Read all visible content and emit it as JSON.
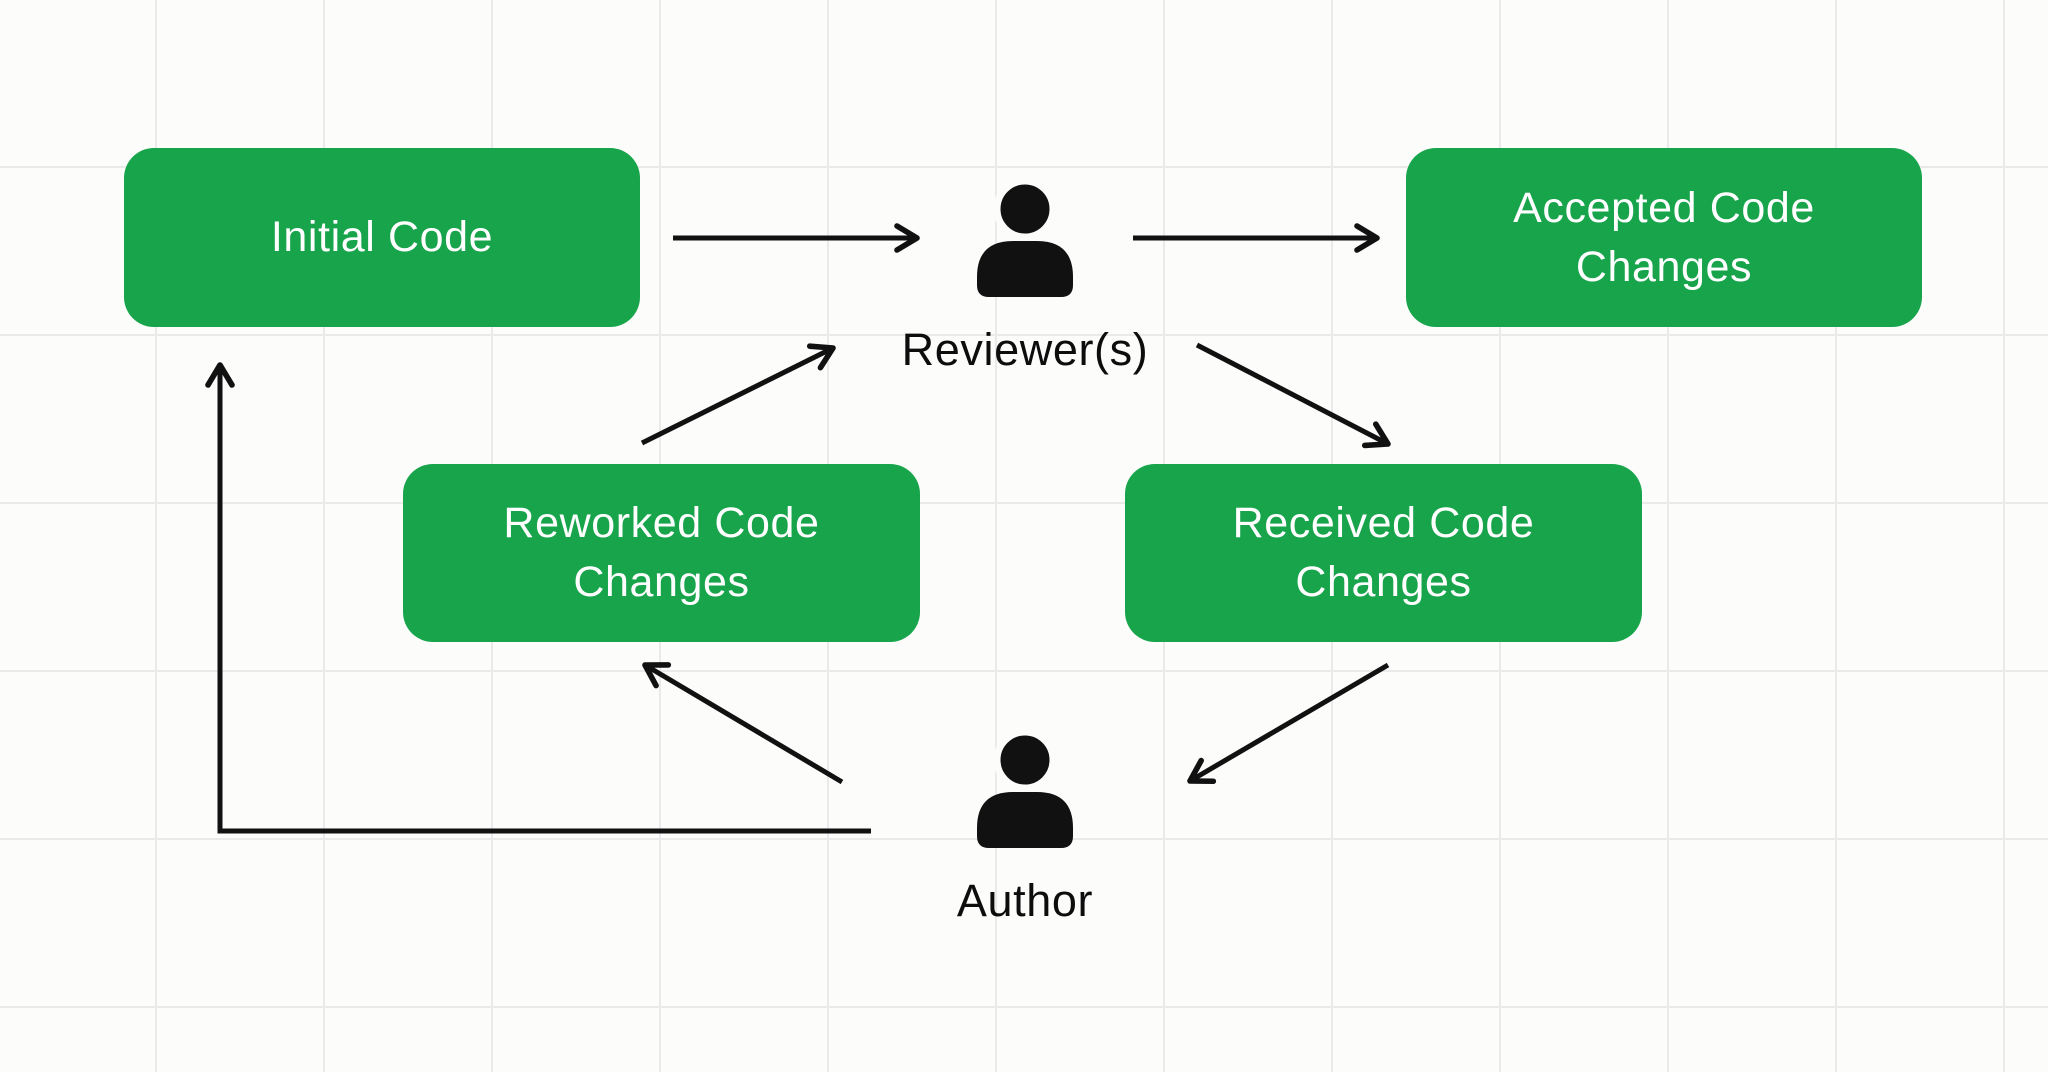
{
  "colors": {
    "bg": "#fcfcfb",
    "grid_line": "#eaeaea",
    "accent_green": "#17a44b",
    "node_text": "#ffffff",
    "label_text": "#0d0d0d",
    "arrow_black": "#111111"
  },
  "nodes": {
    "initial_code": {
      "label": "Initial Code"
    },
    "accepted_code": {
      "label": "Accepted Code Changes"
    },
    "reworked_code": {
      "label": "Reworked Code Changes"
    },
    "received_code": {
      "label": "Received Code Changes"
    }
  },
  "actors": {
    "reviewer": {
      "label": "Reviewer(s)",
      "icon": "person-icon"
    },
    "author": {
      "label": "Author",
      "icon": "person-icon"
    }
  },
  "edges": [
    {
      "from": "Initial Code",
      "to": "Reviewer(s)"
    },
    {
      "from": "Reviewer(s)",
      "to": "Accepted Code Changes"
    },
    {
      "from": "Reviewer(s)",
      "to": "Received Code Changes"
    },
    {
      "from": "Received Code Changes",
      "to": "Author"
    },
    {
      "from": "Author",
      "to": "Reworked Code Changes"
    },
    {
      "from": "Reworked Code Changes",
      "to": "Reviewer(s)"
    },
    {
      "from": "Author",
      "to": "Initial Code"
    }
  ]
}
